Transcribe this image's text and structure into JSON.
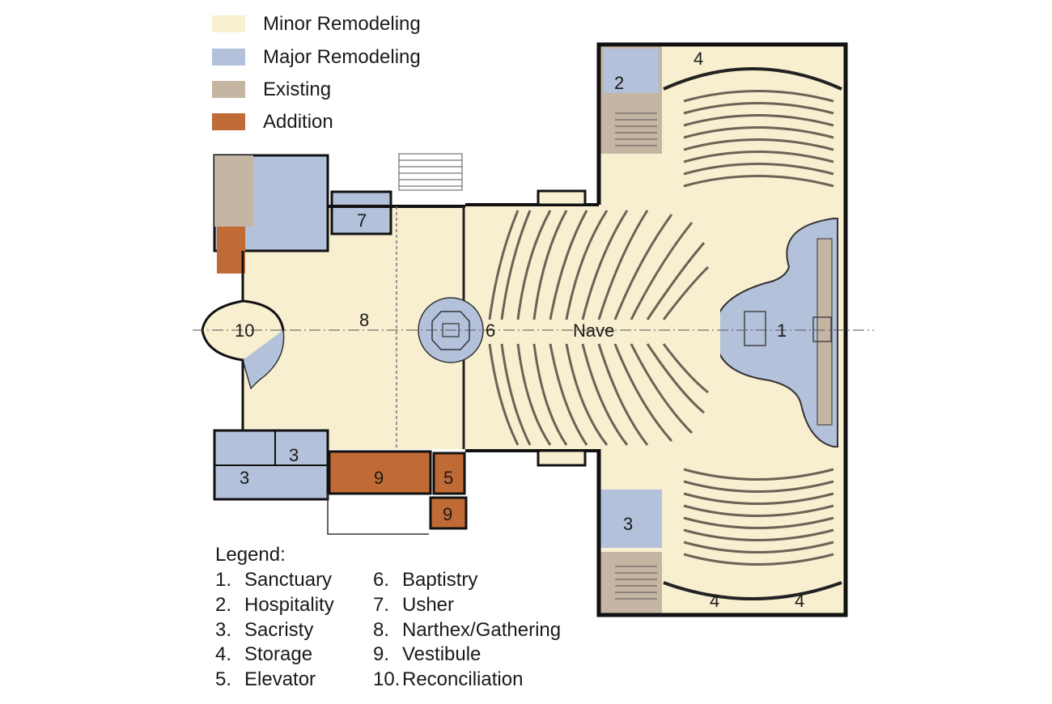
{
  "key": {
    "items": [
      {
        "label": "Minor Remodeling",
        "color": "#f8efd0"
      },
      {
        "label": "Major Remodeling",
        "color": "#b4c1da"
      },
      {
        "label": "Existing",
        "color": "#c5b5a3"
      },
      {
        "label": "Addition",
        "color": "#c06a36"
      }
    ]
  },
  "legend": {
    "title": "Legend:",
    "col1": [
      {
        "num": "1.",
        "text": "Sanctuary"
      },
      {
        "num": "2.",
        "text": "Hospitality"
      },
      {
        "num": "3.",
        "text": "Sacristy"
      },
      {
        "num": "4.",
        "text": "Storage"
      },
      {
        "num": "5.",
        "text": "Elevator"
      }
    ],
    "col2": [
      {
        "num": "6.",
        "text": "Baptistry"
      },
      {
        "num": "7.",
        "text": "Usher"
      },
      {
        "num": "8.",
        "text": "Narthex/Gathering"
      },
      {
        "num": "9.",
        "text": "Vestibule"
      },
      {
        "num": "10.",
        "text": "Reconciliation"
      }
    ]
  },
  "plan": {
    "labels": {
      "sanctuary": "1",
      "hospitality": "2",
      "sacristy_a": "3",
      "sacristy_b": "3",
      "sacristy_c": "3",
      "storage_a": "4",
      "storage_b": "4",
      "storage_c": "4",
      "elevator": "5",
      "baptistry": "6",
      "usher": "7",
      "narthex": "8",
      "vestibule_a": "9",
      "vestibule_b": "9",
      "reconciliation": "10",
      "nave": "Nave"
    }
  }
}
